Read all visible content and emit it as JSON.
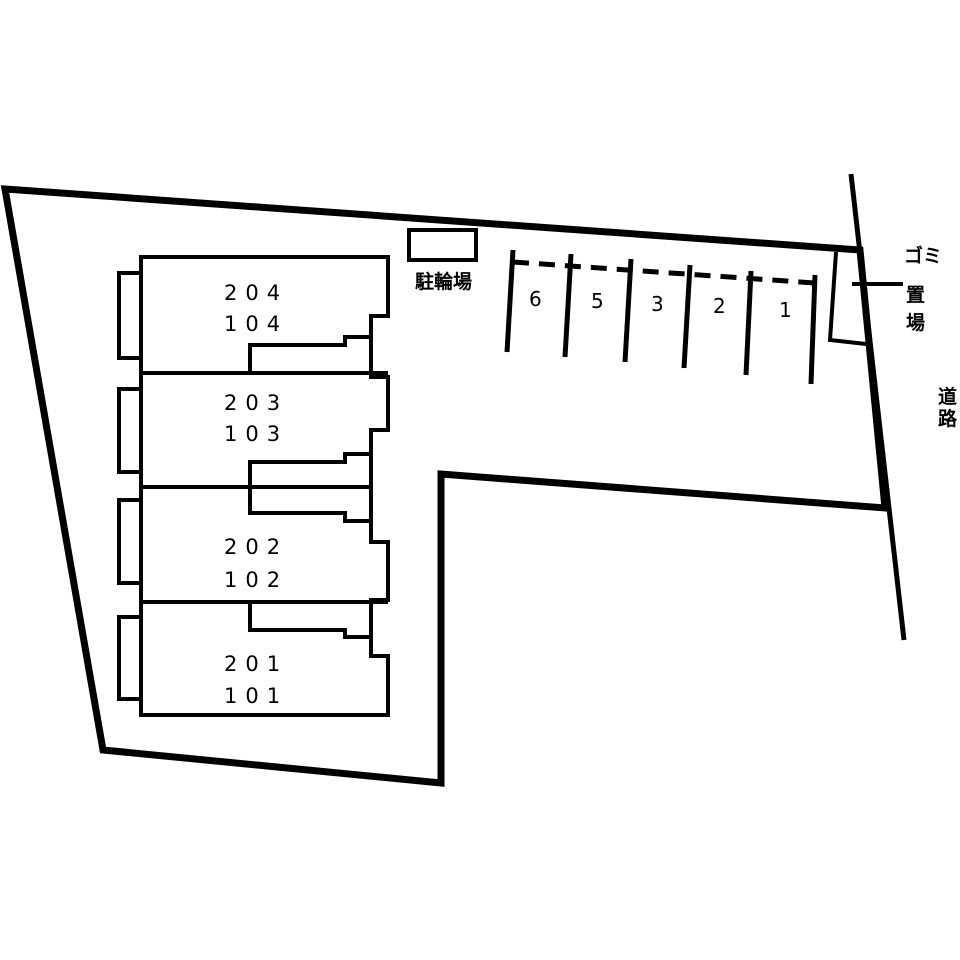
{
  "units": [
    {
      "upper": "204",
      "lower": "104"
    },
    {
      "upper": "203",
      "lower": "103"
    },
    {
      "upper": "202",
      "lower": "102"
    },
    {
      "upper": "201",
      "lower": "101"
    }
  ],
  "parking_spaces": [
    "6",
    "5",
    "3",
    "2",
    "1"
  ],
  "labels": {
    "bicycle_parking": "駐輪場",
    "garbage_area_line1": "ゴミ",
    "garbage_area_line2_a": "置",
    "garbage_area_line2_b": "場",
    "road_a": "道",
    "road_b": "路"
  },
  "colors": {
    "line": "#000000",
    "background": "#ffffff"
  }
}
